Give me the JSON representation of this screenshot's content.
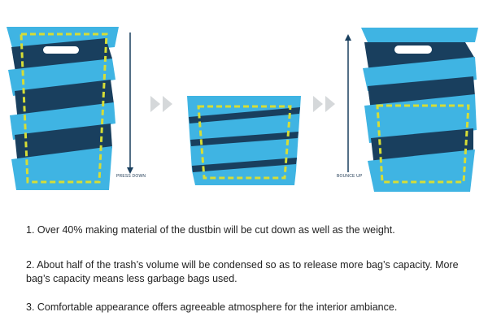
{
  "colors": {
    "light_blue": "#3fb4e3",
    "dark_navy": "#193f5e",
    "dash_yellow": "#d6dd36",
    "arrow_grey": "#d5d8da",
    "text": "#222222"
  },
  "icons": [
    "double-chevron-right-icon",
    "double-chevron-right-icon"
  ],
  "labels": {
    "press_down": "PRESS DOWN",
    "bounce_up": "BOUNCE UP"
  },
  "notes": [
    "1. Over 40% making material of the dustbin will be cut down as well as the weight.",
    "2. About half of the trash’s volume will be condensed so as to release more bag’s capacity. More bag’s capacity means less garbage bags used.",
    "3. Comfortable appearance offers agreeable atmosphere for the interior ambiance."
  ]
}
